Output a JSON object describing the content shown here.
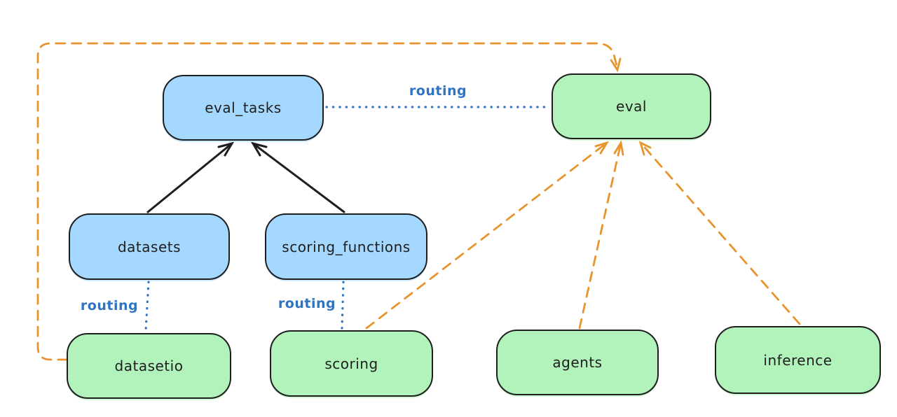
{
  "diagram": {
    "nodes": [
      {
        "id": "eval_tasks",
        "label": "eval_tasks",
        "color": "blue"
      },
      {
        "id": "eval",
        "label": "eval",
        "color": "green"
      },
      {
        "id": "datasets",
        "label": "datasets",
        "color": "blue"
      },
      {
        "id": "scoring_functions",
        "label": "scoring_functions",
        "color": "blue"
      },
      {
        "id": "datasetio",
        "label": "datasetio",
        "color": "green"
      },
      {
        "id": "scoring",
        "label": "scoring",
        "color": "green"
      },
      {
        "id": "agents",
        "label": "agents",
        "color": "green"
      },
      {
        "id": "inference",
        "label": "inference",
        "color": "green"
      }
    ],
    "edges": [
      {
        "from": "datasets",
        "to": "eval_tasks",
        "style": "solid-black-arrow",
        "label": ""
      },
      {
        "from": "scoring_functions",
        "to": "eval_tasks",
        "style": "solid-black-arrow",
        "label": ""
      },
      {
        "from": "eval_tasks",
        "to": "eval",
        "style": "dotted-blue",
        "label": "routing"
      },
      {
        "from": "datasets",
        "to": "datasetio",
        "style": "dotted-blue",
        "label": "routing"
      },
      {
        "from": "scoring_functions",
        "to": "scoring",
        "style": "dotted-blue",
        "label": "routing"
      },
      {
        "from": "scoring",
        "to": "eval",
        "style": "dashed-orange-arrow",
        "label": ""
      },
      {
        "from": "agents",
        "to": "eval",
        "style": "dashed-orange-arrow",
        "label": ""
      },
      {
        "from": "inference",
        "to": "eval",
        "style": "dashed-orange-arrow",
        "label": ""
      },
      {
        "from": "datasetio",
        "to": "eval",
        "style": "dashed-orange-arrow",
        "label": ""
      }
    ],
    "colors": {
      "blue_fill": "#a5d8ff",
      "green_fill": "#b2f2bb",
      "node_stroke": "#1e1e1e",
      "orange_edge": "#e8932c",
      "blue_edge": "#2f74c4",
      "background": "#ffffff"
    }
  }
}
